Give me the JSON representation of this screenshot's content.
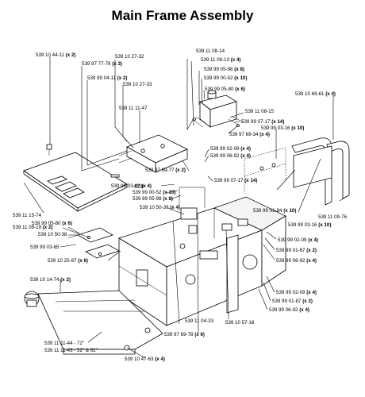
{
  "title": "Main Frame Assembly",
  "callouts": [
    {
      "id": "c1",
      "part": "539 10 44-11",
      "qty": "(x 2)"
    },
    {
      "id": "c2",
      "part": "539 97 77-78",
      "qty": "(x 3)"
    },
    {
      "id": "c3",
      "part": "539 99 04-11",
      "qty": "(x 2)"
    },
    {
      "id": "c4",
      "part": "539 10 27-32",
      "qty": ""
    },
    {
      "id": "c5",
      "part": "539 10 27-33",
      "qty": ""
    },
    {
      "id": "c6",
      "part": "539 11 11-47",
      "qty": ""
    },
    {
      "id": "c7",
      "part": "539 11 08-14",
      "qty": ""
    },
    {
      "id": "c8",
      "part": "539 11 08-13",
      "qty": "(x 4)"
    },
    {
      "id": "c9",
      "part": "539 99 05-98",
      "qty": "(x 8)"
    },
    {
      "id": "c10",
      "part": "539 99 00-52",
      "qty": "(x 10)"
    },
    {
      "id": "c11",
      "part": "539 99 05-80",
      "qty": "(x 6)"
    },
    {
      "id": "c12",
      "part": "539 11 08-15",
      "qty": ""
    },
    {
      "id": "c13",
      "part": "539 99 07-17",
      "qty": "(x 14)"
    },
    {
      "id": "c14",
      "part": "539 97 69-34",
      "qty": "(x 4)"
    },
    {
      "id": "c15",
      "part": "539 10 69-61",
      "qty": "(x 4)"
    },
    {
      "id": "c16",
      "part": "539 99 03-16",
      "qty": "(x 10)"
    },
    {
      "id": "c17",
      "part": "539 99 02-09",
      "qty": "(x 4)"
    },
    {
      "id": "c18",
      "part": "539 99 06-92",
      "qty": "(x 4)"
    },
    {
      "id": "c19",
      "part": "539 97 69-77",
      "qty": "(x 2)"
    },
    {
      "id": "c20",
      "part": "539 99 03-62",
      "qty": "(x 4)"
    },
    {
      "id": "c21",
      "part": "539 99 00-52",
      "qty": "(x 10)"
    },
    {
      "id": "c22",
      "part": "539 99 05-98",
      "qty": "(x 8)"
    },
    {
      "id": "c23",
      "part": "539 99 07-17",
      "qty": "(x 14)"
    },
    {
      "id": "c24",
      "part": "539 10 50-39",
      "qty": "(x 4)"
    },
    {
      "id": "c25",
      "part": "539 11 15-74",
      "qty": ""
    },
    {
      "id": "c26",
      "part": "539 99 05-80",
      "qty": "(x 6)"
    },
    {
      "id": "c27",
      "part": "539 10 50-38",
      "qty": ""
    },
    {
      "id": "c28",
      "part": "539 99 01-84",
      "qty": "(x 10)"
    },
    {
      "id": "c29",
      "part": "539 11 09-76",
      "qty": ""
    },
    {
      "id": "c30",
      "part": "539 99 03-16",
      "qty": "(x 10)"
    },
    {
      "id": "c31",
      "part": "539 11 08-19",
      "qty": "(x 2)"
    },
    {
      "id": "c32",
      "part": "539 99 03-65",
      "qty": ""
    },
    {
      "id": "c33",
      "part": "539 99 02-09",
      "qty": "(x 4)"
    },
    {
      "id": "c34",
      "part": "539 99 01-87",
      "qty": "(x 2)"
    },
    {
      "id": "c35",
      "part": "539 99 06-92",
      "qty": "(x 4)"
    },
    {
      "id": "c36",
      "part": "539 10 25-87",
      "qty": "(x 6)"
    },
    {
      "id": "c37",
      "part": "539 10 14-74",
      "qty": "(x 2)"
    },
    {
      "id": "c38",
      "part": "539 99 02-09",
      "qty": "(x 4)"
    },
    {
      "id": "c39",
      "part": "539 99 01-87",
      "qty": "(x 2)"
    },
    {
      "id": "c40",
      "part": "539 99 06-92",
      "qty": "(x 4)"
    },
    {
      "id": "c41",
      "part": "539 97 69-78",
      "qty": "(x 6)"
    },
    {
      "id": "c42",
      "part": "539 11 04-33",
      "qty": ""
    },
    {
      "id": "c43",
      "part": "539 10 57-16",
      "qty": ""
    },
    {
      "id": "c44",
      "part": "539 11 11-44 - 72\"",
      "qty": ""
    },
    {
      "id": "c45",
      "part": "539 11 11-43 - 52\" & 61\"",
      "qty": ""
    },
    {
      "id": "c46",
      "part": "539 10 47-63",
      "qty": "(x 4)"
    }
  ]
}
